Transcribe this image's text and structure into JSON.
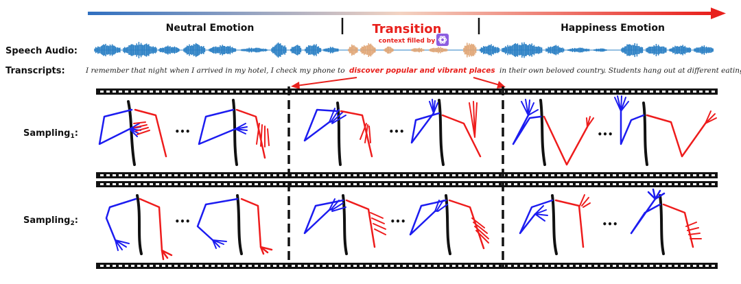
{
  "header": {
    "neutral": "Neutral Emotion",
    "transition": "Transition",
    "context_note": "context filled by",
    "happiness": "Happiness Emotion"
  },
  "labels": {
    "speech_audio": "Speech Audio:",
    "transcripts": "Transcripts:"
  },
  "transcript": {
    "before": "I remember that night when I arrived in my hotel, I check my phone to",
    "highlight": "discover popular and vibrant places",
    "after": "in their own beloved country. Students hang out at different eating…"
  },
  "rows": [
    {
      "label": "Sampling",
      "sub": "1",
      "suffix": ":"
    },
    {
      "label": "Sampling",
      "sub": "2",
      "suffix": ":"
    }
  ],
  "ellipsis": "•••",
  "colors": {
    "neutral_wave": "#2a7fc4",
    "transition_wave": "#e0a676",
    "left_arm": "#1c1cf0",
    "right_arm": "#ee1c1c",
    "spine": "#111111",
    "highlight": "#e8201c",
    "bar_start": "#2f6fc0",
    "bar_end": "#e8201c",
    "logo": "#8c5ee0"
  },
  "icons": {
    "logo": "openai-logo-icon"
  }
}
